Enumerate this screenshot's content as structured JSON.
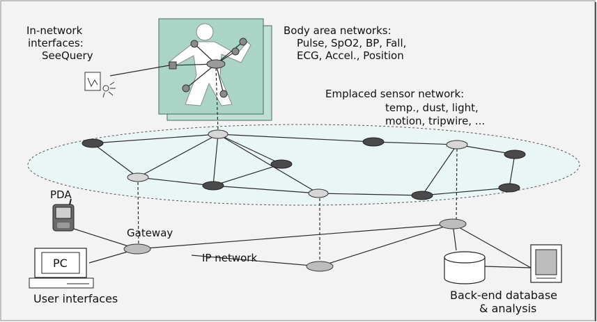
{
  "labels": {
    "in_network_1": "In-network",
    "in_network_2": "interfaces:",
    "in_network_3": "SeeQuery",
    "ban_title": "Body area networks:",
    "ban_line1": "Pulse, SpO2, BP, Fall,",
    "ban_line2": "ECG, Accel., Position",
    "esn_title": "Emplaced sensor network:",
    "esn_line1": "temp., dust, light,",
    "esn_line2": "motion, tripwire, ...",
    "pda": "PDA",
    "gateway": "Gateway",
    "ip_network": "IP network",
    "pc": "PC",
    "user_interfaces": "User interfaces",
    "backend_1": "Back-end database",
    "backend_2": "& analysis"
  },
  "colors": {
    "background": "#f3f3f3",
    "border": "#8a8a8a",
    "panel_fill": "#a9d4c6",
    "panel_back": "#bfe0d5",
    "sensor_field": "#eaf6f3",
    "dark_node": "#4a4a4a",
    "light_node": "#d6d6d6",
    "ip_node": "#bdbdbd"
  },
  "icons": [
    "person-silhouette-icon",
    "seequery-device-icon",
    "pda-icon",
    "pc-icon",
    "database-icon",
    "tablet-icon"
  ]
}
